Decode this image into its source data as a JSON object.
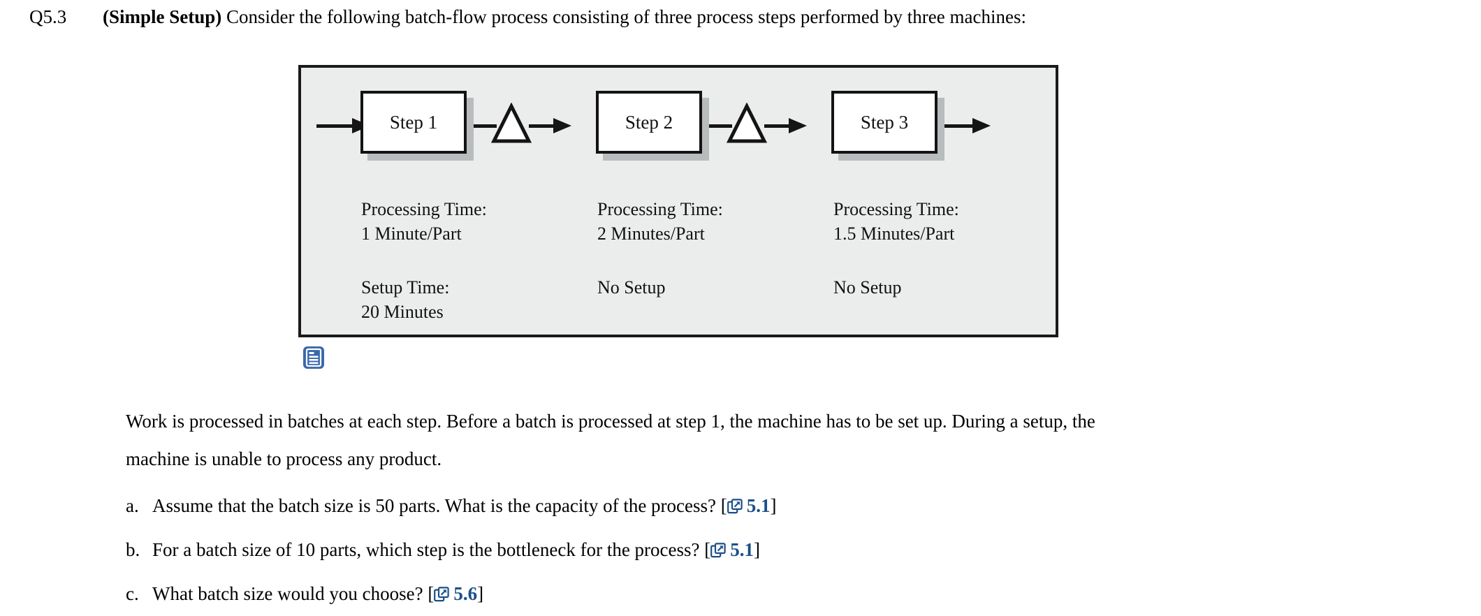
{
  "question": {
    "number": "Q5.3",
    "title_bold": "(Simple Setup)",
    "prompt": "Consider the following batch-flow process consisting of three process steps performed by three machines:"
  },
  "figure": {
    "name": "batch-flow-process-diagram",
    "background_color": "#ebedec",
    "border_color": "#1a1a1a",
    "steps": [
      {
        "label": "Step 1",
        "processing_time_title": "Processing Time:",
        "processing_time_value": "1 Minute/Part",
        "setup_title": "Setup Time:",
        "setup_value": "20 Minutes"
      },
      {
        "label": "Step 2",
        "processing_time_title": "Processing Time:",
        "processing_time_value": "2 Minutes/Part",
        "setup_title": "No Setup",
        "setup_value": ""
      },
      {
        "label": "Step 3",
        "processing_time_title": "Processing Time:",
        "processing_time_value": "1.5 Minutes/Part",
        "setup_title": "No Setup",
        "setup_value": ""
      }
    ],
    "buffers": [
      "inventory-triangle",
      "inventory-triangle"
    ],
    "arrows": [
      "inflow-arrow",
      "step1-to-buffer1",
      "buffer1-to-step2",
      "step2-to-buffer2",
      "buffer2-to-step3",
      "outflow-arrow"
    ]
  },
  "attachment_icon": {
    "name": "document-icon",
    "color": "#3a68ac"
  },
  "body": {
    "line1": "Work is processed in batches at each step. Before a batch is processed at step 1, the machine has to be set up. During a setup, the",
    "line2": "machine is unable to process any product."
  },
  "list": [
    {
      "marker": "a.",
      "text": "Assume that the batch size is 50 parts. What is the capacity of the process?",
      "open_bracket": "[",
      "ref": "5.1",
      "close_bracket": "]"
    },
    {
      "marker": "b.",
      "text": "For a batch size of 10 parts, which step is the bottleneck for the process?",
      "open_bracket": "[",
      "ref": "5.1",
      "close_bracket": "]"
    },
    {
      "marker": "c.",
      "text": "What batch size would you choose?",
      "open_bracket": "[",
      "ref": "5.6",
      "close_bracket": "]"
    }
  ],
  "colors": {
    "link_blue": "#1b4f8a",
    "icon_blue": "#3a68ac",
    "figure_bg": "#ebedec",
    "shadow_gray": "#b9bcbd"
  }
}
